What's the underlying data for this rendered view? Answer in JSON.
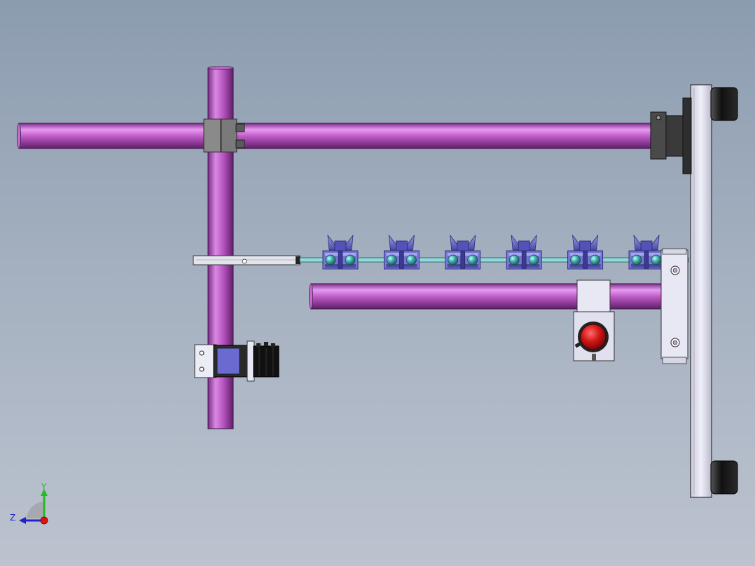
{
  "window": {
    "type": "cad-graphics-viewport",
    "view": "assembly-front-view"
  },
  "colors": {
    "background_top": "#8c9cb0",
    "background_bottom": "#bcc3cf",
    "tube": "#b955c2",
    "tube_highlight": "#e69af0",
    "roller": "#3fa7a7",
    "clamp": "#6a6ad0",
    "plate": "#dcdcec",
    "bracket": "#8a8a8a",
    "emergency_stop": "#cc1111",
    "foot": "#1a1a1a"
  },
  "components": {
    "horizontal_tube_top": "tube",
    "vertical_tube": "tube",
    "horizontal_tube_lower": "tube",
    "tube_clamp": "clamp-block",
    "rail_bar": "slide-rail",
    "rollers": "roller-chain",
    "clamp_units_count": 6,
    "right_plate": "base-plate",
    "feet": "rubber-feet",
    "estop": "emergency-stop-button",
    "cylinder": "pneumatic-cylinder",
    "mount_block": "mounting-block"
  },
  "triad": {
    "y_label": "Y",
    "z_label": "Z",
    "y_color": "#22bb22",
    "z_color": "#2222cc",
    "origin_color": "#e01010"
  }
}
